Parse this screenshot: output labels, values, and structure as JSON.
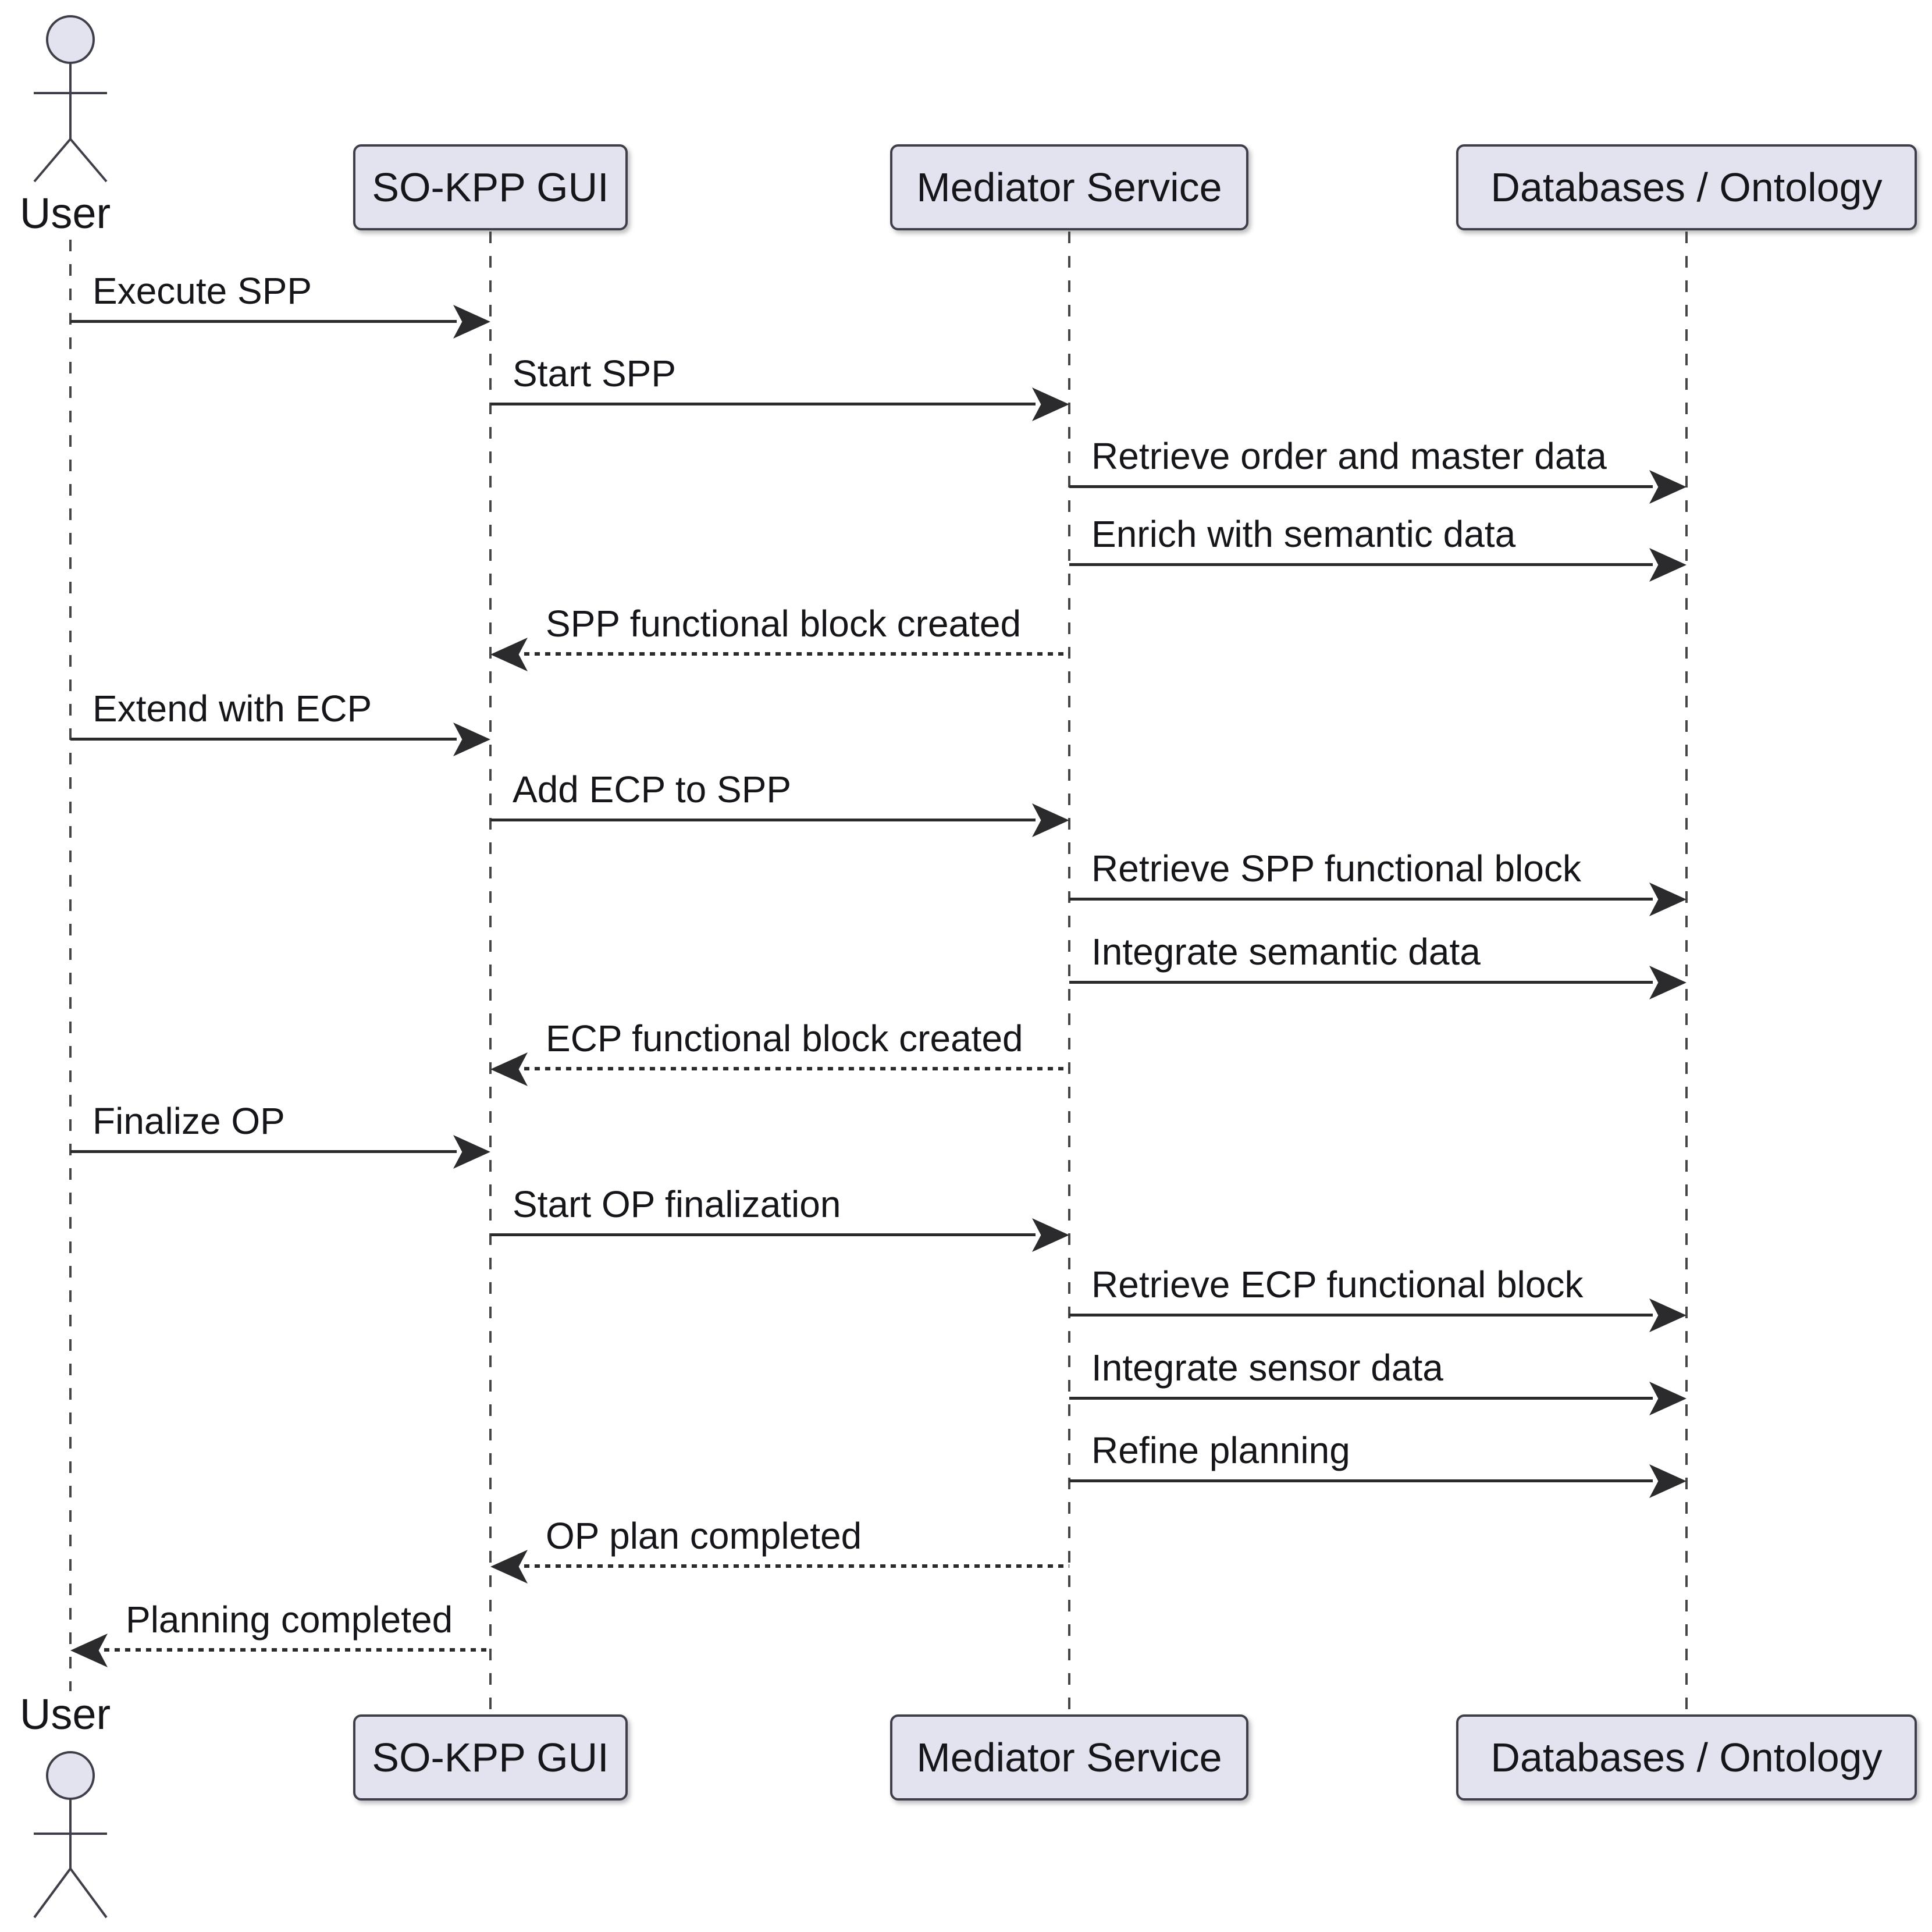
{
  "diagram": {
    "type": "uml-sequence",
    "participants": [
      {
        "id": "user",
        "label": "User",
        "kind": "actor"
      },
      {
        "id": "gui",
        "label": "SO-KPP GUI",
        "kind": "box"
      },
      {
        "id": "mediator",
        "label": "Mediator Service",
        "kind": "box"
      },
      {
        "id": "db",
        "label": "Databases / Ontology",
        "kind": "box"
      }
    ],
    "messages": [
      {
        "from": "user",
        "to": "gui",
        "text": "Execute SPP",
        "style": "solid"
      },
      {
        "from": "gui",
        "to": "mediator",
        "text": "Start SPP",
        "style": "solid"
      },
      {
        "from": "mediator",
        "to": "db",
        "text": "Retrieve order and master data",
        "style": "solid"
      },
      {
        "from": "mediator",
        "to": "db",
        "text": "Enrich with semantic data",
        "style": "solid"
      },
      {
        "from": "mediator",
        "to": "gui",
        "text": "SPP functional block created",
        "style": "dotted"
      },
      {
        "from": "user",
        "to": "gui",
        "text": "Extend with ECP",
        "style": "solid"
      },
      {
        "from": "gui",
        "to": "mediator",
        "text": "Add ECP to SPP",
        "style": "solid"
      },
      {
        "from": "mediator",
        "to": "db",
        "text": "Retrieve SPP functional block",
        "style": "solid"
      },
      {
        "from": "mediator",
        "to": "db",
        "text": "Integrate semantic data",
        "style": "solid"
      },
      {
        "from": "mediator",
        "to": "gui",
        "text": "ECP functional block created",
        "style": "dotted"
      },
      {
        "from": "user",
        "to": "gui",
        "text": "Finalize OP",
        "style": "solid"
      },
      {
        "from": "gui",
        "to": "mediator",
        "text": "Start OP finalization",
        "style": "solid"
      },
      {
        "from": "mediator",
        "to": "db",
        "text": "Retrieve ECP functional block",
        "style": "solid"
      },
      {
        "from": "mediator",
        "to": "db",
        "text": "Integrate sensor data",
        "style": "solid"
      },
      {
        "from": "mediator",
        "to": "db",
        "text": "Refine planning",
        "style": "solid"
      },
      {
        "from": "mediator",
        "to": "gui",
        "text": "OP plan completed",
        "style": "dotted"
      },
      {
        "from": "gui",
        "to": "user",
        "text": "Planning completed",
        "style": "dotted"
      }
    ],
    "colors": {
      "background": "#FFFFFF",
      "participant_fill": "#E3E3F0",
      "participant_border": "#3F3F49",
      "message_line": "#2B2B2E",
      "lifeline": "#454545",
      "text": "#15151A"
    }
  }
}
